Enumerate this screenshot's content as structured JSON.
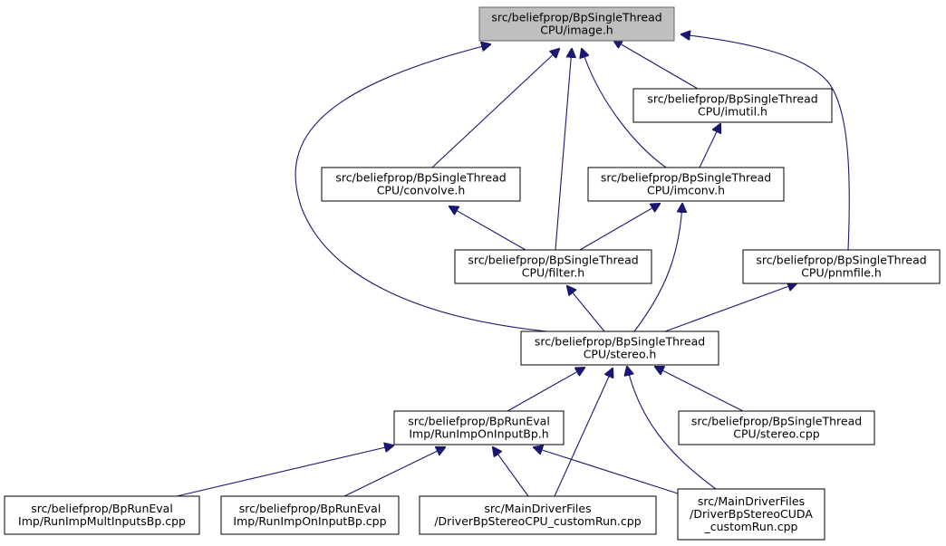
{
  "graph": {
    "nodes": [
      {
        "id": "image_h",
        "lines": [
          "src/beliefprop/BpSingleThread",
          "CPU/image.h"
        ],
        "root": true
      },
      {
        "id": "imutil_h",
        "lines": [
          "src/beliefprop/BpSingleThread",
          "CPU/imutil.h"
        ]
      },
      {
        "id": "convolve_h",
        "lines": [
          "src/beliefprop/BpSingleThread",
          "CPU/convolve.h"
        ]
      },
      {
        "id": "imconv_h",
        "lines": [
          "src/beliefprop/BpSingleThread",
          "CPU/imconv.h"
        ]
      },
      {
        "id": "filter_h",
        "lines": [
          "src/beliefprop/BpSingleThread",
          "CPU/filter.h"
        ]
      },
      {
        "id": "pnmfile_h",
        "lines": [
          "src/beliefprop/BpSingleThread",
          "CPU/pnmfile.h"
        ]
      },
      {
        "id": "stereo_h",
        "lines": [
          "src/beliefprop/BpSingleThread",
          "CPU/stereo.h"
        ]
      },
      {
        "id": "runimp_h",
        "lines": [
          "src/beliefprop/BpRunEval",
          "Imp/RunImpOnInputBp.h"
        ]
      },
      {
        "id": "stereo_cpp",
        "lines": [
          "src/beliefprop/BpSingleThread",
          "CPU/stereo.cpp"
        ]
      },
      {
        "id": "multinputs_cpp",
        "lines": [
          "src/beliefprop/BpRunEval",
          "Imp/RunImpMultInputsBp.cpp"
        ]
      },
      {
        "id": "runimp_cpp",
        "lines": [
          "src/beliefprop/BpRunEval",
          "Imp/RunImpOnInputBp.cpp"
        ]
      },
      {
        "id": "cpu_custom_cpp",
        "lines": [
          "src/MainDriverFiles",
          "/DriverBpStereoCPU_customRun.cpp"
        ]
      },
      {
        "id": "cuda_custom_cpp",
        "lines": [
          "src/MainDriverFiles",
          "/DriverBpStereoCUDA",
          "_customRun.cpp"
        ]
      }
    ],
    "edges": [
      {
        "from": "imutil_h",
        "to": "image_h"
      },
      {
        "from": "convolve_h",
        "to": "image_h"
      },
      {
        "from": "imconv_h",
        "to": "image_h"
      },
      {
        "from": "filter_h",
        "to": "image_h"
      },
      {
        "from": "pnmfile_h",
        "to": "image_h"
      },
      {
        "from": "stereo_h",
        "to": "image_h"
      },
      {
        "from": "imconv_h",
        "to": "imutil_h"
      },
      {
        "from": "filter_h",
        "to": "convolve_h"
      },
      {
        "from": "filter_h",
        "to": "imconv_h"
      },
      {
        "from": "stereo_h",
        "to": "imconv_h"
      },
      {
        "from": "stereo_h",
        "to": "filter_h"
      },
      {
        "from": "stereo_h",
        "to": "pnmfile_h"
      },
      {
        "from": "runimp_h",
        "to": "stereo_h"
      },
      {
        "from": "stereo_cpp",
        "to": "stereo_h"
      },
      {
        "from": "cpu_custom_cpp",
        "to": "stereo_h"
      },
      {
        "from": "cuda_custom_cpp",
        "to": "stereo_h"
      },
      {
        "from": "multinputs_cpp",
        "to": "runimp_h"
      },
      {
        "from": "runimp_cpp",
        "to": "runimp_h"
      },
      {
        "from": "cpu_custom_cpp",
        "to": "runimp_h"
      },
      {
        "from": "cuda_custom_cpp",
        "to": "runimp_h"
      }
    ]
  }
}
